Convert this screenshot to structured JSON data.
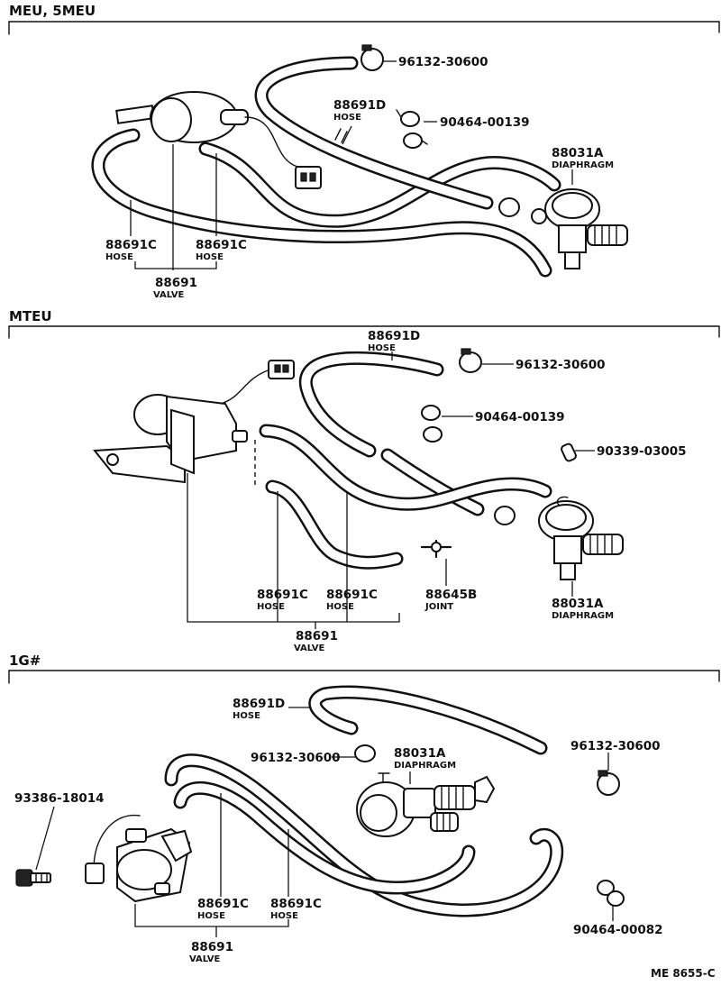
{
  "sections": [
    {
      "title": "MEU, 5MEU",
      "labels": {
        "clamp_a": "96132-30600",
        "hose_d": "88691D",
        "hose_d_sub": "HOSE",
        "clip": "90464-00139",
        "diaphragm": "88031A",
        "diaphragm_sub": "DIAPHRAGM",
        "hose_c1": "88691C",
        "hose_c1_sub": "HOSE",
        "hose_c2": "88691C",
        "hose_c2_sub": "HOSE",
        "valve": "88691",
        "valve_sub": "VALVE"
      }
    },
    {
      "title": "MTEU",
      "labels": {
        "hose_d": "88691D",
        "hose_d_sub": "HOSE",
        "clamp_a": "96132-30600",
        "clip": "90464-00139",
        "cap": "90339-03005",
        "hose_c1": "88691C",
        "hose_c1_sub": "HOSE",
        "hose_c2": "88691C",
        "hose_c2_sub": "HOSE",
        "joint": "88645B",
        "joint_sub": "JOINT",
        "diaphragm": "88031A",
        "diaphragm_sub": "DIAPHRAGM",
        "valve": "88691",
        "valve_sub": "VALVE"
      }
    },
    {
      "title": "1G#",
      "labels": {
        "hose_d": "88691D",
        "hose_d_sub": "HOSE",
        "clamp_a": "96132-30600",
        "clamp_b": "96132-30600",
        "diaphragm": "88031A",
        "diaphragm_sub": "DIAPHRAGM",
        "bolt": "93386-18014",
        "hose_c1": "88691C",
        "hose_c1_sub": "HOSE",
        "hose_c2": "88691C",
        "hose_c2_sub": "HOSE",
        "valve": "88691",
        "valve_sub": "VALVE",
        "clip": "90464-00082"
      }
    }
  ],
  "footer": {
    "code": "ME  8655-C"
  }
}
